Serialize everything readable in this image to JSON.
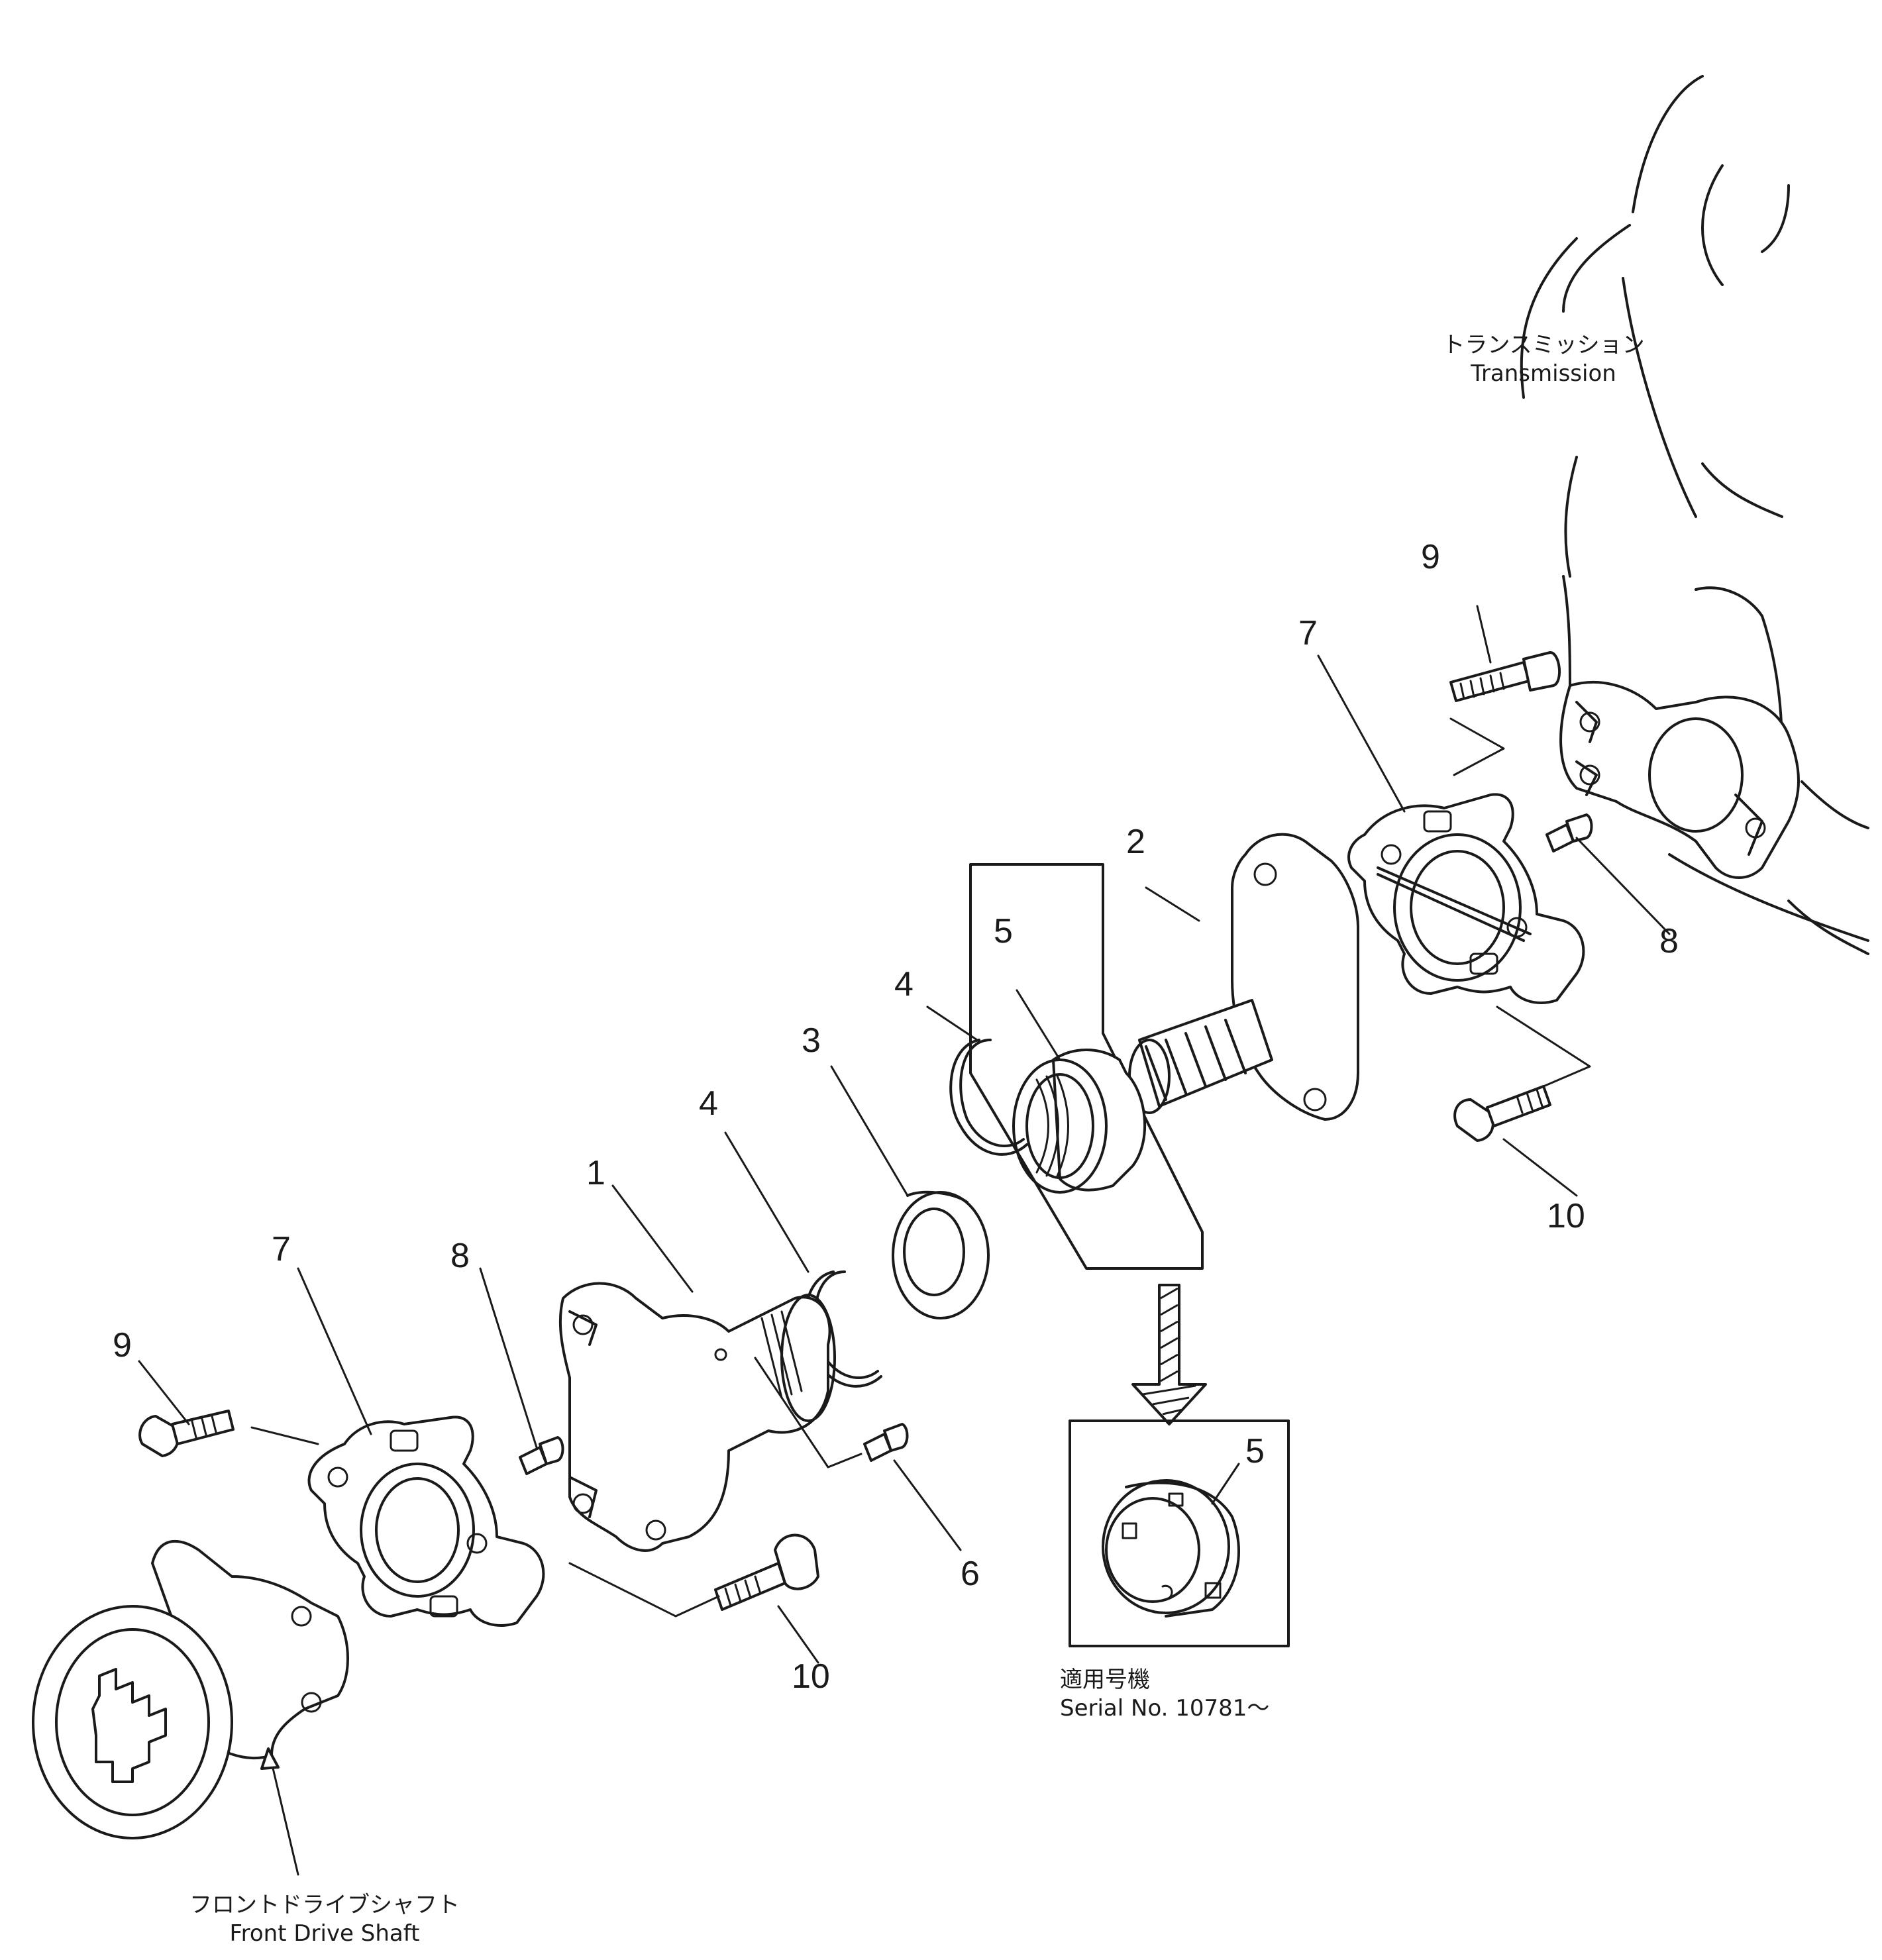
{
  "callouts": {
    "c1": "1",
    "c2": "2",
    "c3": "3",
    "c4a": "4",
    "c4b": "4",
    "c5a": "5",
    "c5b": "5",
    "c6": "6",
    "c7a": "7",
    "c7b": "7",
    "c8a": "8",
    "c8b": "8",
    "c9a": "9",
    "c9b": "9",
    "c10a": "10",
    "c10b": "10"
  },
  "labels": {
    "transmission_jp": "トランスミッション",
    "transmission_en": "Transmission",
    "front_drive_shaft_jp": "フロントドライブシャフト",
    "front_drive_shaft_en": "Front Drive Shaft",
    "serial_jp": "適用号機",
    "serial_en": "Serial No. 10781～"
  },
  "icons": {
    "arrow": "hatched-down-arrow-icon",
    "bearing_detail": "bearing-detail-icon"
  }
}
